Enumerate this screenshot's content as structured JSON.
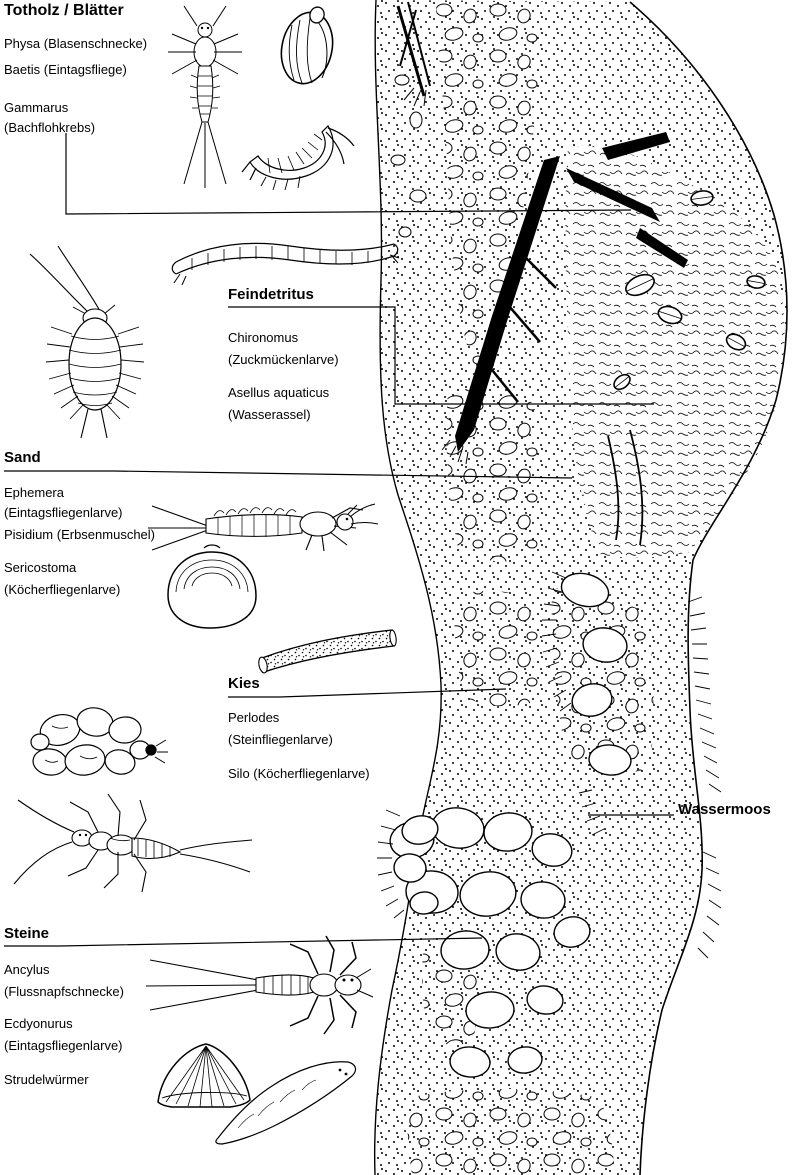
{
  "colors": {
    "ink": "#000000",
    "paper": "#ffffff"
  },
  "zones": [
    {
      "id": "totholz",
      "heading": "Totholz / Blätter",
      "species": [
        "Physa (Blasenschnecke)",
        "Baetis (Eintagsfliege)",
        "Gammarus",
        "(Bachflohkrebs)"
      ]
    },
    {
      "id": "feindetritus",
      "heading": "Feindetritus",
      "species": [
        "Chironomus",
        "(Zuckmückenlarve)",
        "Asellus aquaticus",
        "(Wasserassel)"
      ]
    },
    {
      "id": "sand",
      "heading": "Sand",
      "species": [
        "Ephemera",
        "(Eintagsfliegenlarve)",
        "Pisidium (Erbsenmuschel)",
        "Sericostoma",
        "(Köcherfliegenlarve)"
      ]
    },
    {
      "id": "kies",
      "heading": "Kies",
      "species": [
        "Perlodes",
        "(Steinfliegenlarve)",
        "Silo (Köcherfliegenlarve)"
      ]
    },
    {
      "id": "wassermoos",
      "heading": "Wassermoos",
      "species": []
    },
    {
      "id": "steine",
      "heading": "Steine",
      "species": [
        "Ancylus",
        "(Flussnapfschnecke)",
        "Ecdyonurus",
        "(Eintagsfliegenlarve)",
        "Strudelwürmer"
      ]
    }
  ],
  "illustrations": [
    "baetis-mayfly-nymph",
    "physa-snail",
    "gammarus-amphipod",
    "chironomus-larva",
    "asellus-water-louse",
    "ephemera-nymph",
    "pisidium-mussel",
    "sericostoma-caddis-case",
    "silo-caddis-case",
    "perlodes-stonefly-nymph",
    "ecdyonurus-mayfly-nymph",
    "ancylus-limpet",
    "flatworm"
  ]
}
